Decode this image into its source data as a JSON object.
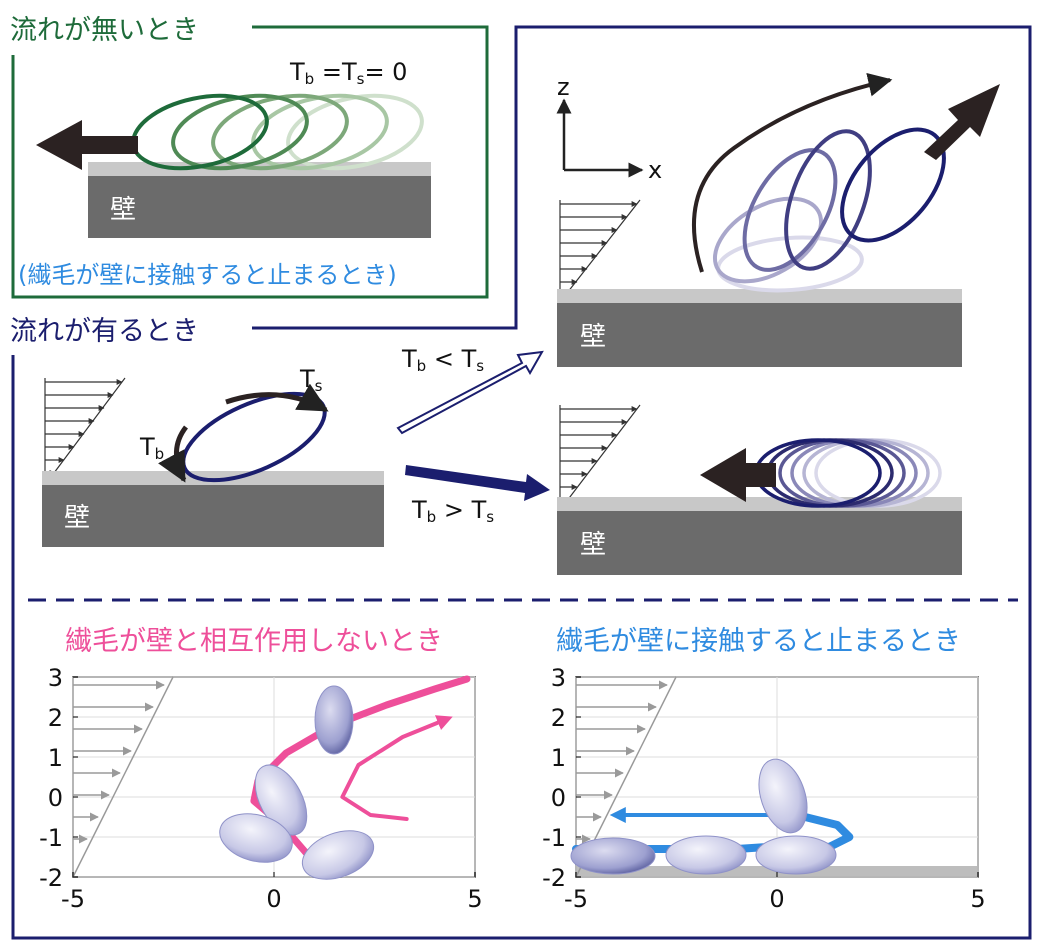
{
  "colors": {
    "green": "#1e6b3a",
    "navy": "#1b1e6e",
    "pink": "#ee4f9a",
    "blue": "#2f8be0",
    "wall": "#6b6b6b",
    "wall_top": "#c8c8c8",
    "arrow_dark": "#2b2222"
  },
  "no_flow": {
    "title": "流れが無いとき",
    "equation": {
      "T": "T",
      "b": "b",
      "eq1": " =T",
      "s": "s",
      "eq2": "= 0"
    },
    "caption": "(繊毛が壁に接触すると止まるとき)",
    "wall_label": "壁"
  },
  "with_flow": {
    "title": "流れが有るとき",
    "wall_label": "壁",
    "torque_s": {
      "T": "T",
      "sub": "s"
    },
    "torque_b": {
      "T": "T",
      "sub": "b"
    },
    "lift_case": {
      "T": "T",
      "b": "b",
      "op": " < T",
      "s": "s",
      "wall_label": "壁"
    },
    "push_case": {
      "T": "T",
      "b": "b",
      "op": " > T",
      "s": "s",
      "wall_label": "壁"
    },
    "axes": {
      "z": "z",
      "x": "x"
    }
  },
  "simulations": {
    "left_title": "繊毛が壁と相互作用しないとき",
    "right_title": "繊毛が壁に接触すると止まるとき",
    "x_ticks": [
      "-5",
      "0",
      "5"
    ],
    "y_ticks": [
      "3",
      "2",
      "1",
      "0",
      "-1",
      "-2"
    ]
  },
  "chart_data": [
    {
      "type": "line",
      "title": "繊毛が壁と相互作用しないとき",
      "xlim": [
        -5,
        5
      ],
      "ylim": [
        -2,
        3
      ],
      "grid": true,
      "series": [
        {
          "x": [
            0.8,
            0.2,
            -0.5,
            -0.4,
            0.3,
            1.5,
            2.8,
            4.0,
            4.8
          ],
          "y": [
            -1.4,
            -0.7,
            -0.1,
            0.4,
            1.1,
            1.8,
            2.3,
            2.7,
            2.95
          ]
        },
        {
          "x": [
            3.3,
            2.4,
            1.7,
            2.1,
            3.2,
            4.3
          ],
          "y": [
            -0.55,
            -0.45,
            0.0,
            0.8,
            1.5,
            1.95
          ]
        }
      ]
    },
    {
      "type": "line",
      "title": "繊毛が壁に接触すると止まるとき",
      "xlim": [
        -5,
        5
      ],
      "ylim": [
        -2,
        3
      ],
      "grid": true,
      "series": [
        {
          "x": [
            -5.0,
            -3.0,
            -1.0,
            0.5,
            1.3,
            1.8,
            1.5,
            0.5
          ],
          "y": [
            -1.3,
            -1.3,
            -1.3,
            -1.2,
            -1.25,
            -1.0,
            -0.7,
            -0.45
          ]
        },
        {
          "x": [
            0.5,
            -1.0,
            -2.5,
            -4.0
          ],
          "y": [
            -0.45,
            -0.45,
            -0.45,
            -0.45
          ]
        }
      ]
    }
  ]
}
